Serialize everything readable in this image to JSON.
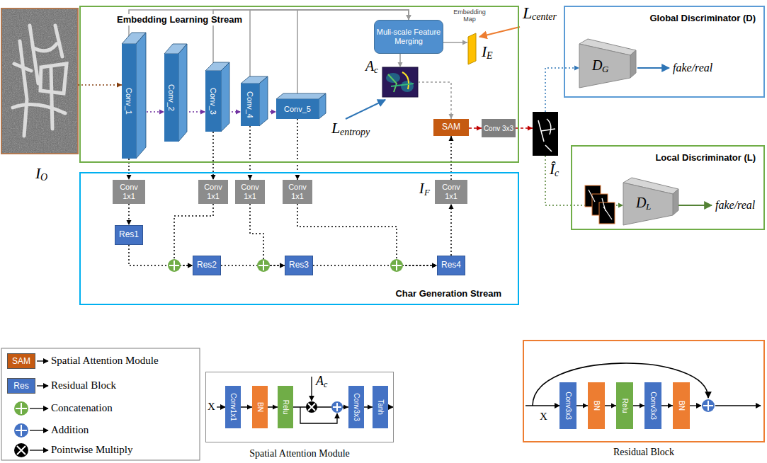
{
  "diagram": {
    "nodes": [
      {
        "text": [
          "I",
          "O"
        ]
      },
      {
        "text": [
          "Embedding Learning Stream"
        ]
      },
      {
        "text": [
          "Conv_1"
        ],
        "in": 1
      },
      {
        "text": [
          "Conv_2"
        ],
        "in": 1
      },
      {
        "text": [
          "Conv_3"
        ],
        "in": 1
      },
      {
        "text": [
          "Conv_4"
        ],
        "in": 1
      },
      {
        "text": [
          "Conv_5"
        ],
        "in": 1
      },
      {
        "text": [
          "Muli-scale Feature Merging"
        ],
        "in": 1
      },
      {
        "text": [
          "Embedding Map",
          "I",
          "E"
        ],
        "in": 1
      },
      {
        "text": [
          "A",
          "c"
        ],
        "in": 1
      },
      {
        "text": [
          "SAM"
        ],
        "in": 1
      },
      {
        "text": [
          "Conv 3x3"
        ],
        "in": 1
      },
      {
        "text": [
          "Î",
          "c"
        ]
      },
      {
        "text": [
          "Global Discriminator (D)"
        ]
      },
      {
        "text": [
          "D",
          "G"
        ],
        "in": 13
      },
      {
        "text": [
          "Local Discriminator (L)"
        ]
      },
      {
        "text": [
          "D",
          "L"
        ],
        "in": 15
      },
      {
        "text": [
          "Char Generation Stream"
        ]
      },
      {
        "text": [
          "Conv 1x1"
        ],
        "in": 17
      },
      {
        "text": [
          "Conv 1x1"
        ],
        "in": 17
      },
      {
        "text": [
          "Conv 1x1"
        ],
        "in": 17
      },
      {
        "text": [
          "Conv 1x1"
        ],
        "in": 17
      },
      {
        "text": [
          "Conv 1x1"
        ],
        "in": 17
      },
      {
        "text": [
          "Res1"
        ],
        "in": 17
      },
      {
        "text": [
          "Res2"
        ],
        "in": 17
      },
      {
        "text": [
          "Res3"
        ],
        "in": 17
      },
      {
        "text": [
          "Res4"
        ],
        "in": 17
      },
      {
        "text": [
          "Spatial Attention Module"
        ]
      },
      {
        "text": [
          "Conv1x1"
        ],
        "in": 27
      },
      {
        "text": [
          "BN"
        ],
        "in": 27
      },
      {
        "text": [
          "Relu"
        ],
        "in": 27
      },
      {
        "text": [
          "Conv3x3"
        ],
        "in": 27
      },
      {
        "text": [
          "Tanh"
        ],
        "in": 27
      },
      {
        "text": [
          "Residual Block"
        ]
      },
      {
        "text": [
          "Conv3x3"
        ],
        "in": 33
      },
      {
        "text": [
          "BN"
        ],
        "in": 33
      },
      {
        "text": [
          "Relu"
        ],
        "in": 33
      },
      {
        "text": [
          "Conv3x3"
        ],
        "in": 33
      },
      {
        "text": [
          "BN"
        ],
        "in": 33
      }
    ],
    "edges": [
      {
        "from": 0,
        "to": 2,
        "arrow": "to"
      },
      {
        "from": 2,
        "to": 3,
        "arrow": "to"
      },
      {
        "from": 3,
        "to": 4,
        "arrow": "to"
      },
      {
        "from": 4,
        "to": 5,
        "arrow": "to"
      },
      {
        "from": 5,
        "to": 6,
        "arrow": "to"
      },
      {
        "from": 2,
        "to": 7,
        "arrow": "to"
      },
      {
        "from": 4,
        "to": 7,
        "arrow": "to"
      },
      {
        "from": 5,
        "to": 7,
        "arrow": "to"
      },
      {
        "from": 6,
        "to": 7,
        "arrow": "to"
      },
      {
        "from": 7,
        "to": 8,
        "arrow": "to"
      },
      {
        "from": 7,
        "to": 9,
        "arrow": "to"
      },
      {
        "from": 9,
        "to": 10,
        "arrow": "to"
      },
      {
        "from": 10,
        "to": 11,
        "arrow": "to"
      },
      {
        "from": 11,
        "to": 12,
        "arrow": "to"
      },
      {
        "from": 12,
        "to": 14,
        "arrow": "to"
      },
      {
        "from": 12,
        "to": 16,
        "arrow": "to"
      },
      {
        "from": 2,
        "to": 18,
        "arrow": "to"
      },
      {
        "from": 4,
        "to": 19,
        "arrow": "to"
      },
      {
        "from": 5,
        "to": 20,
        "arrow": "to"
      },
      {
        "from": 6,
        "to": 21,
        "arrow": "to"
      },
      {
        "from": 18,
        "to": 23,
        "arrow": "to"
      },
      {
        "from": 23,
        "to": 24,
        "arrow": "to"
      },
      {
        "from": 19,
        "to": 24,
        "arrow": "to"
      },
      {
        "from": 24,
        "to": 25,
        "arrow": "to"
      },
      {
        "from": 20,
        "to": 25,
        "arrow": "to"
      },
      {
        "from": 25,
        "to": 26,
        "arrow": "to"
      },
      {
        "from": 21,
        "to": 26,
        "arrow": "to"
      },
      {
        "from": 26,
        "to": 22,
        "arrow": "to"
      },
      {
        "from": 22,
        "to": 10,
        "arrow": "to"
      },
      {
        "from": 28,
        "to": 29,
        "arrow": "to"
      },
      {
        "from": 29,
        "to": 30,
        "arrow": "to"
      },
      {
        "from": 30,
        "to": 31,
        "arrow": "to"
      },
      {
        "from": 31,
        "to": 32,
        "arrow": "to"
      },
      {
        "from": 34,
        "to": 35,
        "arrow": "to"
      },
      {
        "from": 35,
        "to": 36,
        "arrow": "to"
      },
      {
        "from": 36,
        "to": 37,
        "arrow": "to"
      },
      {
        "from": 37,
        "to": 38,
        "arrow": "to"
      }
    ],
    "labels": [
      "L",
      "center",
      "L",
      "entropy",
      "fake/real",
      "fake/real",
      "I",
      "F",
      "X",
      "A",
      "c",
      "X",
      "SAM",
      "Res"
    ],
    "legend": [
      {
        "text": "Spatial Attention Module",
        "color": "#c55a11"
      },
      {
        "text": "Residual Block",
        "color": "#4472c4"
      },
      {
        "text": "Concatenation"
      },
      {
        "text": "Addition"
      },
      {
        "text": "Pointwise Multiply"
      }
    ]
  }
}
